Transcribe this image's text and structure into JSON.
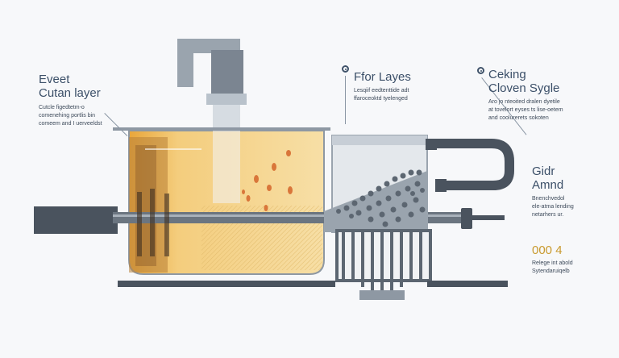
{
  "labels": {
    "left_top": {
      "title_line1": "Eveet",
      "title_line2": "Cutan layer",
      "body_line1": "Cutcle figedtetm-o",
      "body_line2": "comenehing portlis bin",
      "body_line3": "comeem and I uerveeldst"
    },
    "center_top": {
      "title": "Ffor Layes",
      "body_line1": "Lesqiif eedtenttide adt",
      "body_line2": "ffaroceoktd tyelenged"
    },
    "right_top": {
      "title_line1": "Ceking",
      "title_line2": "Cloven Sygle",
      "body_line1": "Aro jo nteoited dralen dyetile",
      "body_line2": "at tovelort eyses ts lise-oetem",
      "body_line3": "and coolurerets sokoten"
    },
    "right_mid": {
      "title_line1": "Gidr",
      "title_line2": "Amnd",
      "body_line1": "Bnenchvedol",
      "body_line2": "ele-atma lending",
      "body_line3": "netarhers ur."
    },
    "right_bottom": {
      "title": "000 4",
      "body_line1": "Relege int abold",
      "body_line2": "Sytendaruiqelb"
    }
  },
  "colors": {
    "tank_fill": "#f3c97a",
    "tank_fill_light": "#f7dfa8",
    "pipe": "#4a535e",
    "pipe_light": "#8e98a3",
    "droplet": "#d9763a",
    "gravel": "#8d97a2",
    "frame": "#7b8591",
    "accent_yellow": "#c99a2e"
  }
}
